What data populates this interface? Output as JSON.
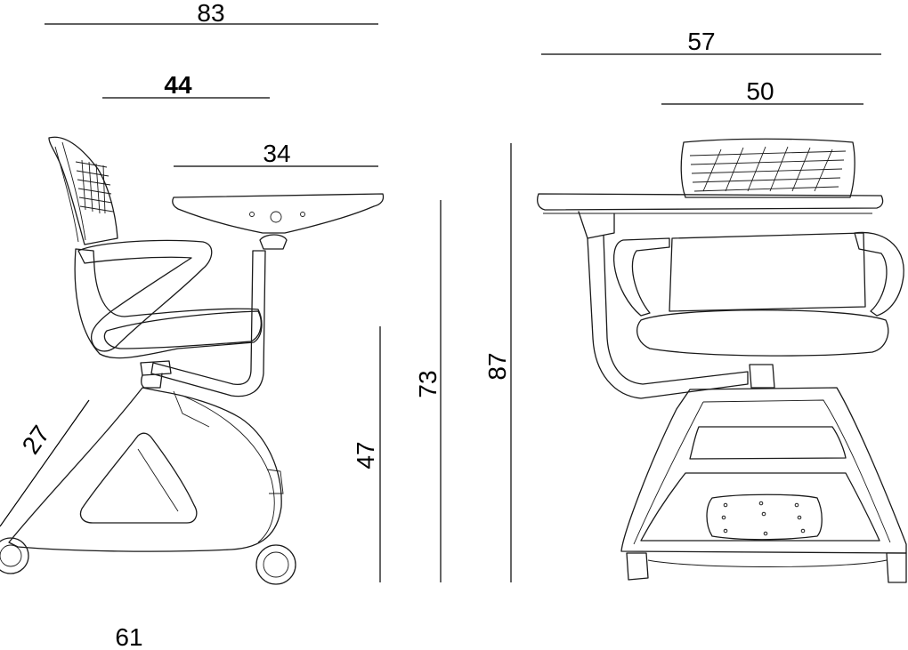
{
  "dimensions": {
    "overall_depth": "83",
    "seat_depth": "44",
    "tablet_depth": "34",
    "overall_width": "57",
    "seat_width": "50",
    "seat_height": "47",
    "tablet_height": "73",
    "overall_height": "87",
    "arm_diagonal": "27",
    "base_depth": "61"
  },
  "colors": {
    "line": "#1a1a1a",
    "background": "#ffffff"
  }
}
